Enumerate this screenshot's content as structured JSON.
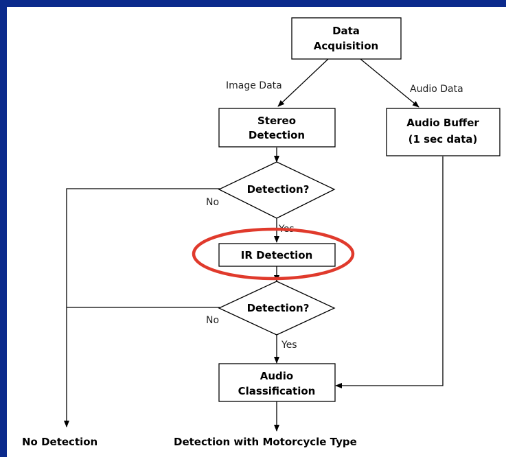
{
  "nodes": {
    "data_acquisition": [
      "Data",
      "Acquisition"
    ],
    "stereo_detection": [
      "Stereo",
      "Detection"
    ],
    "audio_buffer": [
      "Audio Buffer",
      "(1 sec data)"
    ],
    "decision_1": "Detection?",
    "ir_detection": "IR Detection",
    "decision_2": "Detection?",
    "audio_classification": [
      "Audio",
      "Classification"
    ]
  },
  "edges": {
    "image_data": "Image Data",
    "audio_data": "Audio Data",
    "no_1": "No",
    "yes_1": "Yes",
    "no_2": "No",
    "yes_2": "Yes"
  },
  "outputs": {
    "no_detection": "No Detection",
    "detection_with_type": "Detection with Motorcycle Type"
  },
  "colors": {
    "background": "#0b2a8c",
    "highlight": "#e03a2c"
  }
}
